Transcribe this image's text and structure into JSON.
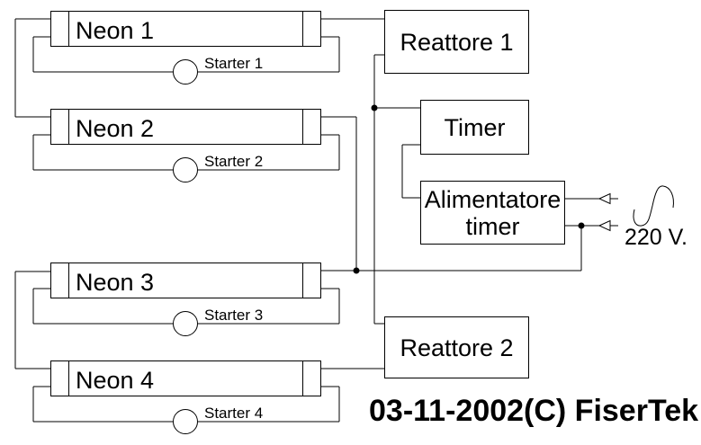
{
  "colors": {
    "line": "#000000",
    "background": "#ffffff",
    "text": "#000000"
  },
  "tubes": [
    {
      "label": "Neon 1",
      "starter_label": "Starter 1"
    },
    {
      "label": "Neon 2",
      "starter_label": "Starter 2"
    },
    {
      "label": "Neon 3",
      "starter_label": "Starter 3"
    },
    {
      "label": "Neon 4",
      "starter_label": "Starter 4"
    }
  ],
  "boxes": {
    "reattore1": "Reattore 1",
    "timer": "Timer",
    "alimentatore_line1": "Alimentatore",
    "alimentatore_line2": "timer",
    "reattore2": "Reattore 2"
  },
  "power": {
    "voltage_label": "220 V.",
    "waveform_icon": "sine-wave-icon"
  },
  "footer": {
    "credit": "03-11-2002(C) FiserTek"
  }
}
